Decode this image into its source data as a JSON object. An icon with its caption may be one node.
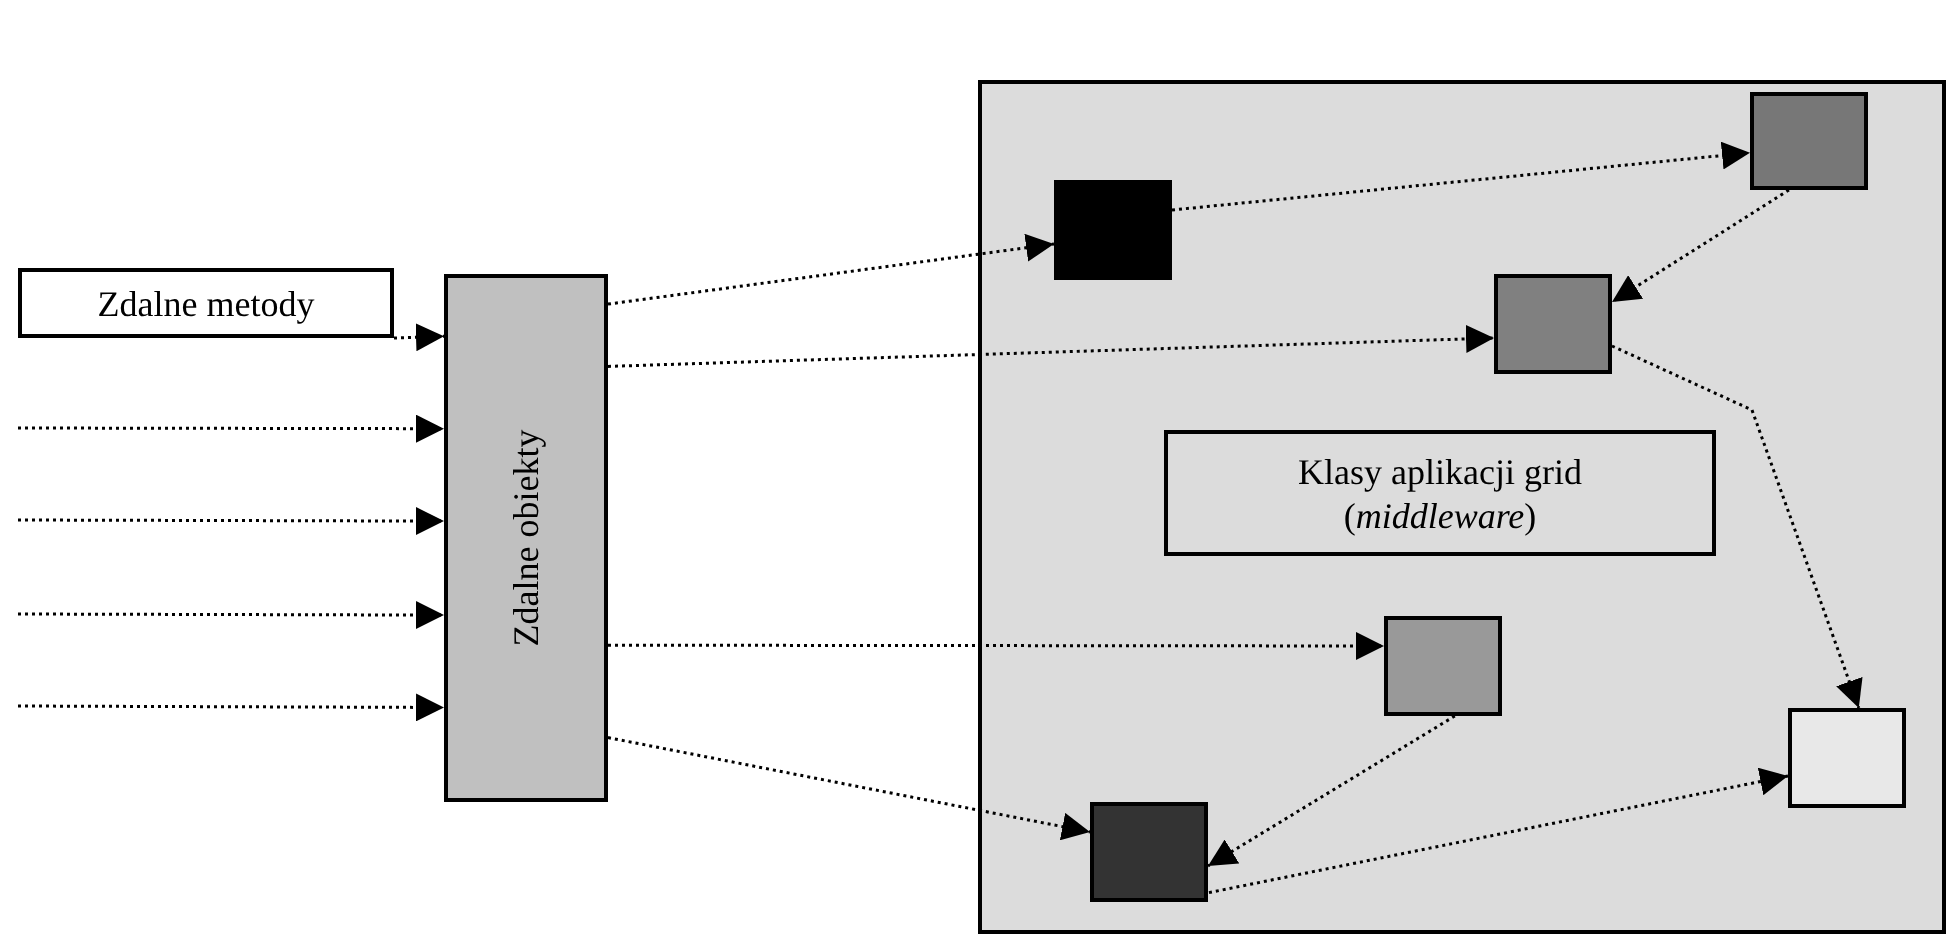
{
  "diagram": {
    "nodes": [
      {
        "text": [
          "Zdalne metody"
        ]
      },
      {
        "text": [
          "Zdalne obiekty"
        ]
      },
      {
        "text": [],
        "shape": "box"
      },
      {
        "text": [],
        "shape": "box",
        "in": 2
      },
      {
        "text": [],
        "shape": "box",
        "in": 2
      },
      {
        "text": [],
        "shape": "box",
        "in": 2
      },
      {
        "text": [
          "Klasy aplikacji grid (*middleware*)"
        ],
        "in": 2
      },
      {
        "text": [],
        "shape": "box",
        "in": 2
      },
      {
        "text": [],
        "shape": "box",
        "in": 2
      },
      {
        "text": [],
        "shape": "box",
        "in": 2
      }
    ],
    "edges": [
      {
        "from": 0,
        "to": 1,
        "arrow": "to"
      },
      {
        "from": null,
        "to": 1,
        "arrow": "to"
      },
      {
        "from": null,
        "to": 1,
        "arrow": "to"
      },
      {
        "from": null,
        "to": 1,
        "arrow": "to"
      },
      {
        "from": null,
        "to": 1,
        "arrow": "to"
      },
      {
        "from": 1,
        "to": 4,
        "arrow": "to"
      },
      {
        "from": 1,
        "to": 5,
        "arrow": "to"
      },
      {
        "from": 1,
        "to": 7,
        "arrow": "to"
      },
      {
        "from": 1,
        "to": 9,
        "arrow": "to"
      },
      {
        "from": 4,
        "to": 3,
        "arrow": "to"
      },
      {
        "from": 3,
        "to": 5,
        "arrow": "to"
      },
      {
        "from": 5,
        "to": 8,
        "arrow": "to"
      },
      {
        "from": 7,
        "to": 9,
        "arrow": "to"
      },
      {
        "from": 9,
        "to": 8,
        "arrow": "to"
      }
    ]
  }
}
